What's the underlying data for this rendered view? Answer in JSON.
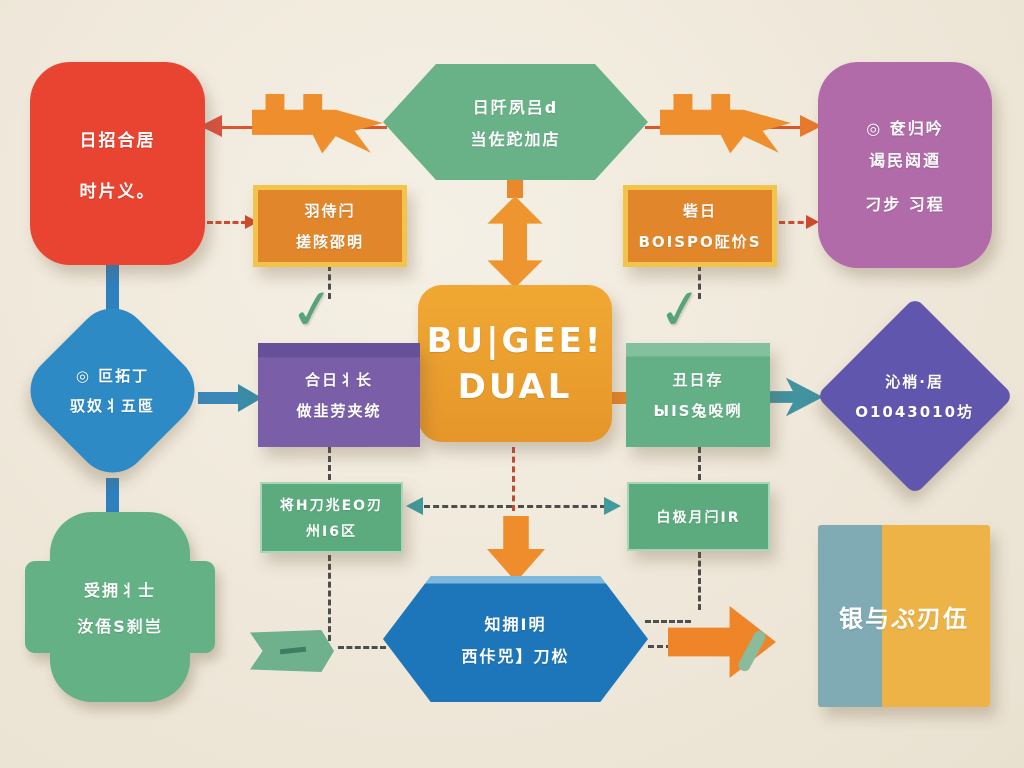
{
  "nodes": {
    "red_box": {
      "line1": "日招合居",
      "line2": "时片义。"
    },
    "top_hexagon": {
      "line1": "日阡夙吕d",
      "line2": "当佐跎加店"
    },
    "purple_box": {
      "line1": "◎ 奁归吟",
      "line2": "谒民闼逎",
      "line3": "刁步 习程"
    },
    "orange_box_left": {
      "line1": "羽侍闩",
      "line2": "搓陔邵明"
    },
    "orange_box_right": {
      "line1": "砦日",
      "line2": "BOISPO阷忦S"
    },
    "center_box": {
      "line1": "BU|GEE!",
      "line2": "DUAL"
    },
    "blue_diamond": {
      "line1": "◎ 叵拓丁",
      "line2": "驭奴丬五匜"
    },
    "purple_rect": {
      "line1": "合日丬长",
      "line2": "做韭劳夹统"
    },
    "green_rect": {
      "line1": "丑日存",
      "line2": "ЫIS兔吺咧"
    },
    "purple_diamond": {
      "line1": "沁梢·居",
      "line2": "O1043010坊"
    },
    "green_box_left": {
      "line1": "将H刀兆EO刃",
      "line2": "州I6区"
    },
    "green_box_right": {
      "line1": "白极月闩IR"
    },
    "blue_hexagon": {
      "line1": "知拥I明",
      "line2": "西佧兕】刀松"
    },
    "green_plaque": {
      "line1": "受拥丬士",
      "line2": "汝俉S刹岂"
    },
    "two_tone_card": {
      "line1": "银与ぷ刃伍"
    }
  },
  "icons": {
    "check": "✓"
  },
  "palette": {
    "background": "#efe8da",
    "red": "#e94432",
    "green": "#69b287",
    "magenta": "#b16ba9",
    "orange_fill": "#e1862b",
    "orange_border": "#f3c44c",
    "center_orange": "#e99b2c",
    "blue": "#2d8ac5",
    "violet": "#7a5fa8",
    "indigo": "#6156ad",
    "deep_blue": "#1e76ba",
    "card_blue": "#80aab4",
    "card_yellow": "#eeb347",
    "arrow_orange": "#ef8c2b",
    "teal": "#41939f",
    "check_green": "#55a47b",
    "line_red": "#d9572b",
    "connector_blue": "#2e80bf",
    "dash_gray": "#4d4d4d"
  }
}
